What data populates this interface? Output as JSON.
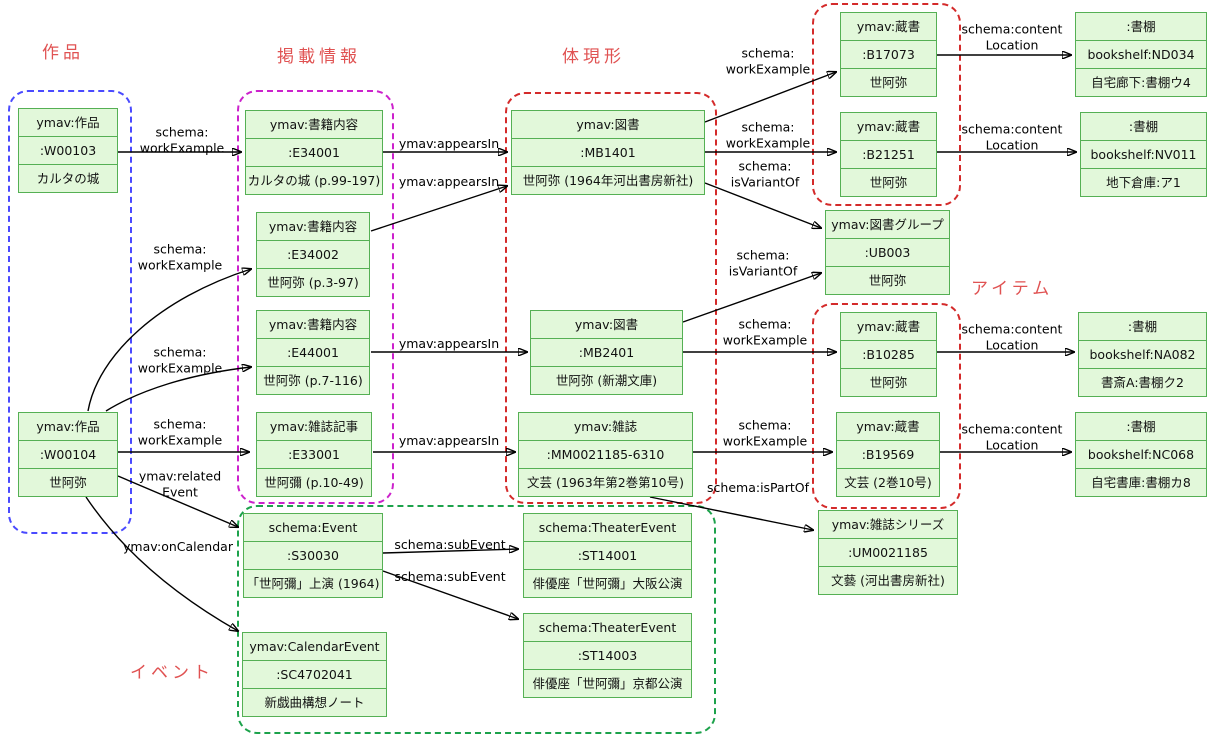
{
  "diagram_labels": {
    "work": "作品",
    "publication": "掲載情報",
    "manifestation": "体現形",
    "item": "アイテム",
    "event": "イベント"
  },
  "colors": {
    "node_fill": "#e2f8da",
    "node_border": "#55b054",
    "section_label_red": "#e05252",
    "group_work_border": "#4a4aff",
    "group_publication_border": "#cc22cc",
    "group_manifestation_border": "#d42a2a",
    "group_item_border": "#d42a2a",
    "group_event_border": "#1ca24b",
    "edge_color": "#000000"
  },
  "nodes": {
    "w00103": {
      "rows": [
        "ymav:作品",
        ":W00103",
        "カルタの城"
      ]
    },
    "w00104": {
      "rows": [
        "ymav:作品",
        ":W00104",
        "世阿弥"
      ]
    },
    "e34001": {
      "rows": [
        "ymav:書籍内容",
        ":E34001",
        "カルタの城 (p.99-197)"
      ]
    },
    "e34002": {
      "rows": [
        "ymav:書籍内容",
        ":E34002",
        "世阿弥 (p.3-97)"
      ]
    },
    "e44001": {
      "rows": [
        "ymav:書籍内容",
        ":E44001",
        "世阿弥 (p.7-116)"
      ]
    },
    "e33001": {
      "rows": [
        "ymav:雑誌記事",
        ":E33001",
        "世阿彌 (p.10-49)"
      ]
    },
    "mb1401": {
      "rows": [
        "ymav:図書",
        ":MB1401",
        "世阿弥 (1964年河出書房新社)"
      ]
    },
    "mb2401": {
      "rows": [
        "ymav:図書",
        ":MB2401",
        "世阿弥 (新潮文庫)"
      ]
    },
    "mm00211856310": {
      "rows": [
        "ymav:雑誌",
        ":MM0021185-6310",
        "文芸 (1963年第2巻第10号)"
      ]
    },
    "ub003": {
      "rows": [
        "ymav:図書グループ",
        ":UB003",
        "世阿弥"
      ]
    },
    "b17073": {
      "rows": [
        "ymav:蔵書",
        ":B17073",
        "世阿弥"
      ]
    },
    "b21251": {
      "rows": [
        "ymav:蔵書",
        ":B21251",
        "世阿弥"
      ]
    },
    "b10285": {
      "rows": [
        "ymav:蔵書",
        ":B10285",
        "世阿弥"
      ]
    },
    "b19569": {
      "rows": [
        "ymav:蔵書",
        ":B19569",
        "文芸 (2巻10号)"
      ]
    },
    "nd034": {
      "rows": [
        ":書棚",
        "bookshelf:ND034",
        "自宅廊下:書棚ウ4"
      ]
    },
    "nv011": {
      "rows": [
        ":書棚",
        "bookshelf:NV011",
        "地下倉庫:ア1"
      ]
    },
    "na082": {
      "rows": [
        ":書棚",
        "bookshelf:NA082",
        "書斎A:書棚ク2"
      ]
    },
    "nc068": {
      "rows": [
        ":書棚",
        "bookshelf:NC068",
        "自宅書庫:書棚カ8"
      ]
    },
    "um0021185": {
      "rows": [
        "ymav:雑誌シリーズ",
        ":UM0021185",
        "文藝 (河出書房新社)"
      ]
    },
    "s30030": {
      "rows": [
        "schema:Event",
        ":S30030",
        "「世阿彌」上演 (1964)"
      ]
    },
    "st14001": {
      "rows": [
        "schema:TheaterEvent",
        ":ST14001",
        "俳優座「世阿彌」大阪公演"
      ]
    },
    "st14003": {
      "rows": [
        "schema:TheaterEvent",
        ":ST14003",
        "俳優座「世阿彌」京都公演"
      ]
    },
    "sc4702041": {
      "rows": [
        "ymav:CalendarEvent",
        ":SC4702041",
        "新戯曲構想ノート"
      ]
    }
  },
  "edge_labels": {
    "w103_e34001": "schema:\nworkExample",
    "w104_e34002": "schema:\nworkExample",
    "w104_e44001": "schema:\nworkExample",
    "w104_e33001": "schema:\nworkExample",
    "w104_s30030": "ymav:related\nEvent",
    "w104_sc": "ymav:onCalendar",
    "e34001_mb1401": "ymav:appearsIn",
    "e34002_mb1401": "ymav:appearsIn",
    "e44001_mb2401": "ymav:appearsIn",
    "e33001_mm": "ymav:appearsIn",
    "mb1401_b17073": "schema:\nworkExample",
    "mb1401_b21251": "schema:\nworkExample",
    "mb1401_ub003": "schema:\nisVariantOf",
    "mb2401_ub003": "schema:\nisVariantOf",
    "mb2401_b10285": "schema:\nworkExample",
    "mm_b19569": "schema:\nworkExample",
    "mm_um": "schema:isPartOf",
    "b17073_nd034": "schema:content\nLocation",
    "b21251_nv011": "schema:content\nLocation",
    "b10285_na082": "schema:content\nLocation",
    "b19569_nc068": "schema:content\nLocation",
    "s30030_st14001": "schema:subEvent",
    "s30030_st14003": "schema:subEvent"
  }
}
